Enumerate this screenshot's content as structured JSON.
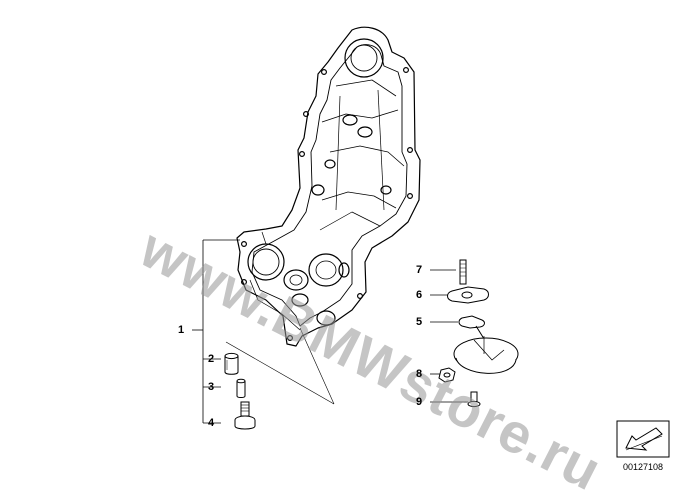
{
  "watermark": "www.BMWstore.ru",
  "diagram_id": "00127108",
  "callouts": [
    "1",
    "2",
    "3",
    "4",
    "5",
    "6",
    "7",
    "8",
    "9"
  ],
  "icons": {
    "nav_arrow": "arrow-down-left-icon"
  }
}
